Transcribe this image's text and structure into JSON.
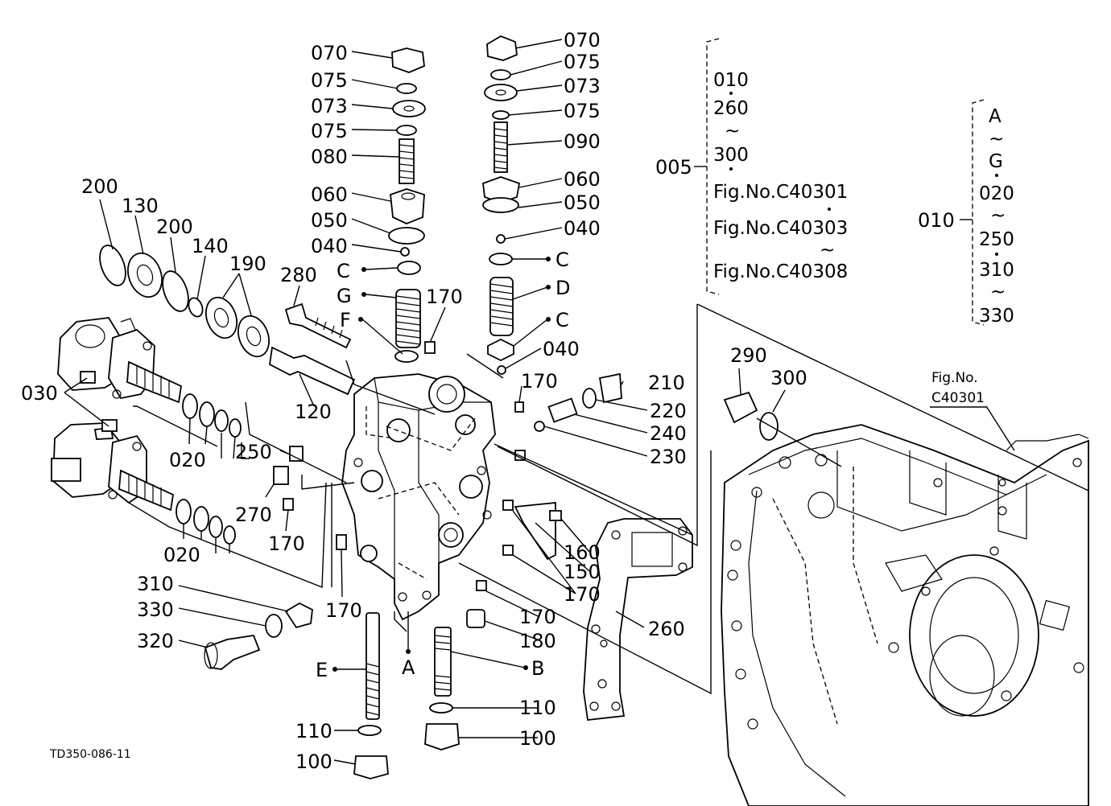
{
  "diagram_code": "TD350-086-11",
  "callouts": [
    {
      "id": "070-left",
      "text": "070"
    },
    {
      "id": "075-left-a",
      "text": "075"
    },
    {
      "id": "073-left",
      "text": "073"
    },
    {
      "id": "075-left-b",
      "text": "075"
    },
    {
      "id": "080",
      "text": "080"
    },
    {
      "id": "060-left",
      "text": "060"
    },
    {
      "id": "050-left",
      "text": "050"
    },
    {
      "id": "040-left",
      "text": "040"
    },
    {
      "id": "C-left",
      "text": "C"
    },
    {
      "id": "G",
      "text": "G"
    },
    {
      "id": "F",
      "text": "F"
    },
    {
      "id": "170-top",
      "text": "170"
    },
    {
      "id": "280",
      "text": "280"
    },
    {
      "id": "200-a",
      "text": "200"
    },
    {
      "id": "130",
      "text": "130"
    },
    {
      "id": "200-b",
      "text": "200"
    },
    {
      "id": "140",
      "text": "140"
    },
    {
      "id": "190",
      "text": "190"
    },
    {
      "id": "030",
      "text": "030"
    },
    {
      "id": "120",
      "text": "120"
    },
    {
      "id": "020-a",
      "text": "020"
    },
    {
      "id": "250",
      "text": "250"
    },
    {
      "id": "270",
      "text": "270"
    },
    {
      "id": "170-left",
      "text": "170"
    },
    {
      "id": "020-b",
      "text": "020"
    },
    {
      "id": "310",
      "text": "310"
    },
    {
      "id": "330",
      "text": "330"
    },
    {
      "id": "320",
      "text": "320"
    },
    {
      "id": "170-bottom",
      "text": "170"
    },
    {
      "id": "E",
      "text": "E"
    },
    {
      "id": "A",
      "text": "A"
    },
    {
      "id": "110-left",
      "text": "110"
    },
    {
      "id": "100-left",
      "text": "100"
    },
    {
      "id": "070-right",
      "text": "070"
    },
    {
      "id": "075-right-a",
      "text": "075"
    },
    {
      "id": "073-right",
      "text": "073"
    },
    {
      "id": "075-right-b",
      "text": "075"
    },
    {
      "id": "090",
      "text": "090"
    },
    {
      "id": "060-right",
      "text": "060"
    },
    {
      "id": "050-right",
      "text": "050"
    },
    {
      "id": "040-right-a",
      "text": "040"
    },
    {
      "id": "C-right-a",
      "text": "C"
    },
    {
      "id": "D",
      "text": "D"
    },
    {
      "id": "C-right-b",
      "text": "C"
    },
    {
      "id": "040-right-b",
      "text": "040"
    },
    {
      "id": "170-r1",
      "text": "170"
    },
    {
      "id": "210",
      "text": "210"
    },
    {
      "id": "220",
      "text": "220"
    },
    {
      "id": "240",
      "text": "240"
    },
    {
      "id": "230",
      "text": "230"
    },
    {
      "id": "160",
      "text": "160"
    },
    {
      "id": "150",
      "text": "150"
    },
    {
      "id": "170-r2",
      "text": "170"
    },
    {
      "id": "170-r3",
      "text": "170"
    },
    {
      "id": "180",
      "text": "180"
    },
    {
      "id": "B",
      "text": "B"
    },
    {
      "id": "110-right",
      "text": "110"
    },
    {
      "id": "100-right",
      "text": "100"
    },
    {
      "id": "260",
      "text": "260"
    },
    {
      "id": "290",
      "text": "290"
    },
    {
      "id": "300",
      "text": "300"
    }
  ],
  "assembly_005": {
    "label": "005",
    "lines": [
      "010",
      "260",
      "~",
      "300",
      "Fig.No.C40301",
      "Fig.No.C40303",
      "~",
      "Fig.No.C40308"
    ]
  },
  "assembly_010": {
    "label": "010",
    "lines": [
      "A",
      "~",
      "G",
      "020",
      "~",
      "250",
      "310",
      "~",
      "330"
    ]
  },
  "figure_ref": {
    "line1": "Fig.No.",
    "line2": "C40301"
  }
}
